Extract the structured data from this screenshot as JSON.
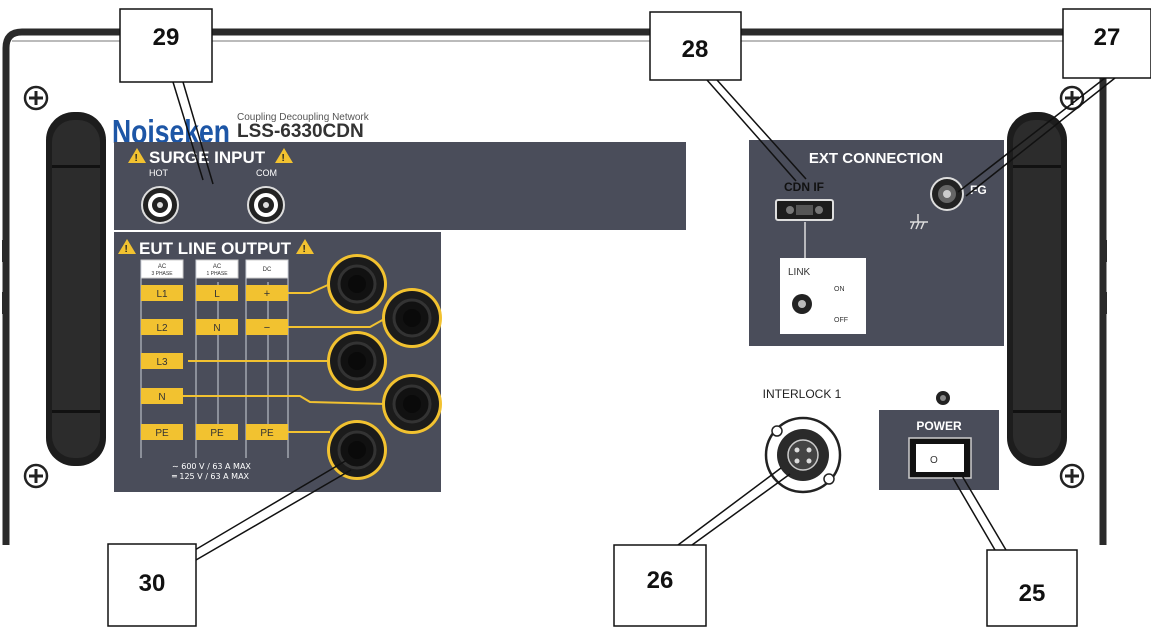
{
  "brand": {
    "logo_text": "Noiseken",
    "product_line": "Coupling Decoupling Network",
    "model": "LSS-6330CDN"
  },
  "surge_input": {
    "title": "SURGE INPUT",
    "hot_label": "HOT",
    "com_label": "COM"
  },
  "eut_output": {
    "title": "EUT LINE OUTPUT",
    "columns": [
      {
        "header_1": "AC",
        "header_2": "3 PHASE",
        "cells": [
          "L1",
          "L2",
          "L3",
          "N",
          "PE"
        ]
      },
      {
        "header_1": "AC",
        "header_2": "1 PHASE",
        "cells": [
          "L",
          "N",
          "",
          "",
          "PE"
        ]
      },
      {
        "header_1": "DC",
        "header_2": "",
        "cells": [
          "+",
          "−",
          "",
          "",
          "PE"
        ]
      }
    ],
    "rating_ac": "∼ 600 V / 63 A MAX",
    "rating_dc": "═ 125 V / 63 A MAX"
  },
  "ext_connection": {
    "title": "EXT CONNECTION",
    "cdn_if_label": "CDN IF",
    "fg_label": "FG",
    "link_label": "LINK",
    "link_on": "ON",
    "link_off": "OFF"
  },
  "interlock": {
    "label": "INTERLOCK 1"
  },
  "power": {
    "label": "POWER",
    "switch_symbol": "O"
  },
  "callouts": {
    "c25": "25",
    "c26": "26",
    "c27": "27",
    "c28": "28",
    "c29": "29",
    "c30": "30"
  },
  "colors": {
    "panel": "#4a4d5a",
    "label_yellow": "#f2c230",
    "frame": "#2a2a2a"
  }
}
